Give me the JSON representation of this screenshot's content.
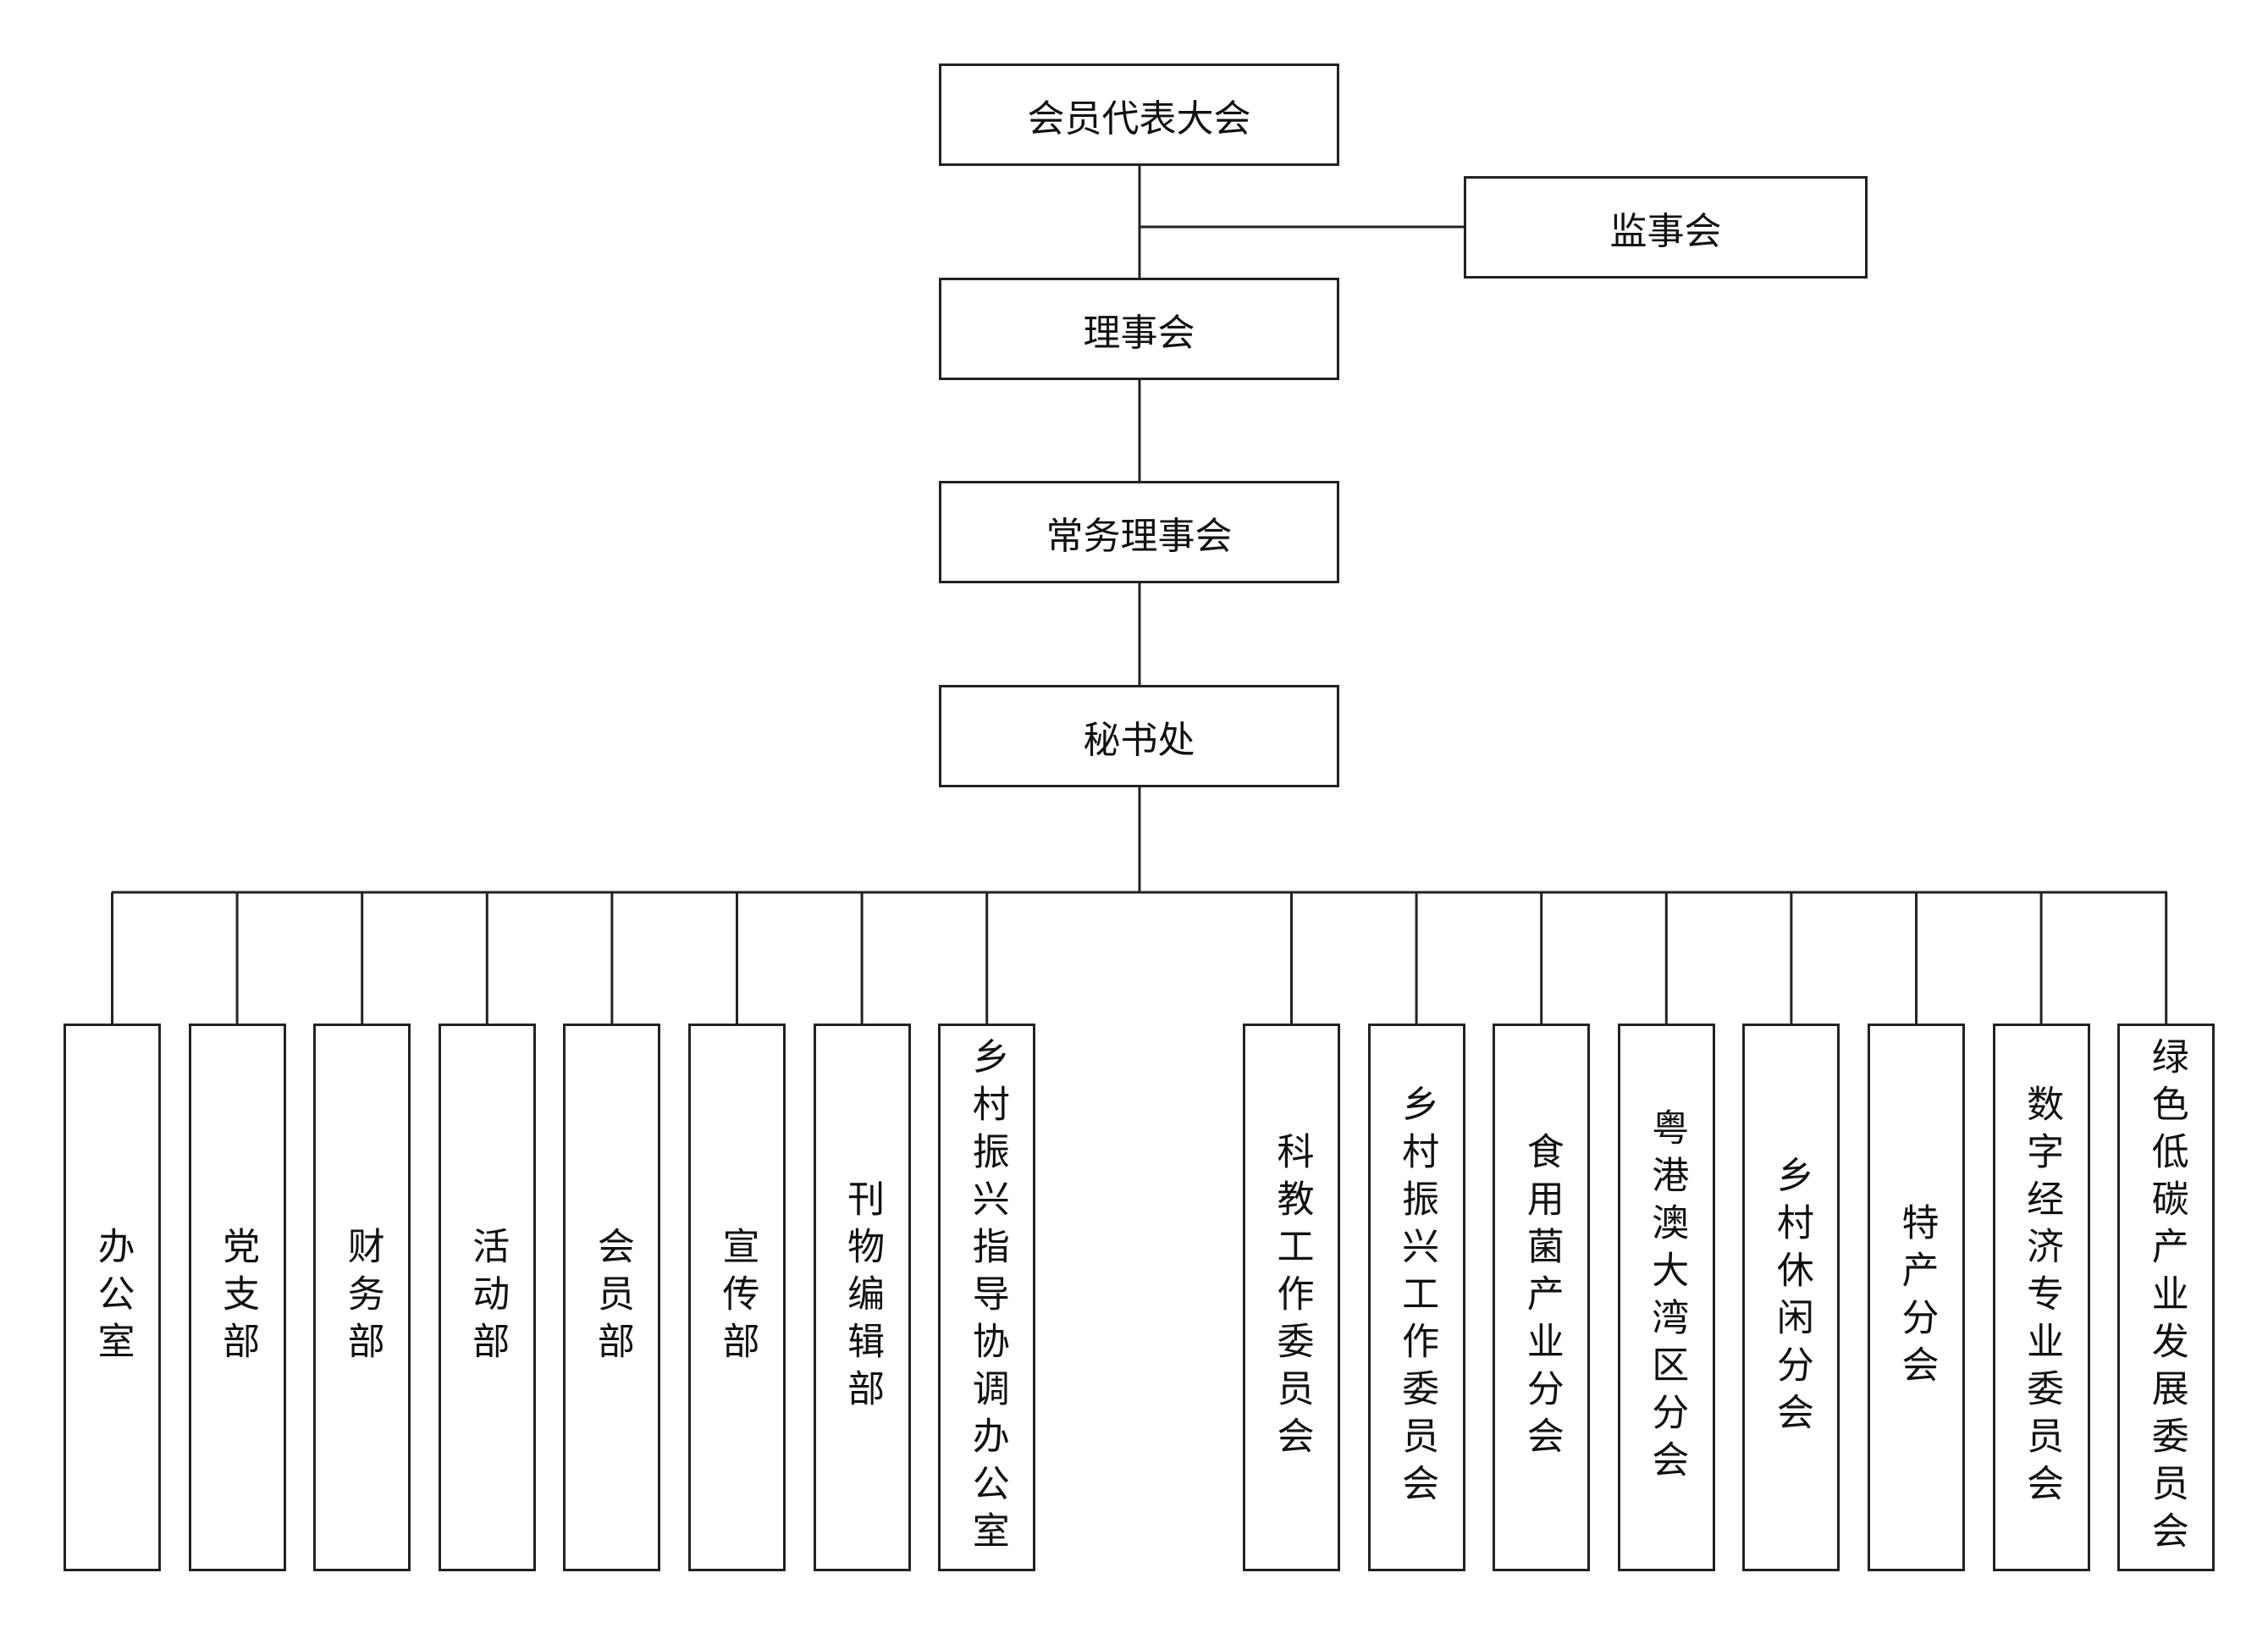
{
  "top": {
    "assembly": "会员代表大会",
    "supervisors": "监事会",
    "council": "理事会",
    "standing_council": "常务理事会",
    "secretariat": "秘书处"
  },
  "departments": [
    "办公室",
    "党支部",
    "财务部",
    "活动部",
    "会员部",
    "宣传部",
    "刊物编辑部",
    "乡村振兴指导协调办公室"
  ],
  "branches": [
    "科教工作委员会",
    "乡村振兴工作委员会",
    "食用菌产业分会",
    "粤港澳大湾区分会",
    "乡村休闲分会",
    "特产分会",
    "数字经济专业委员会",
    "绿色低碳产业发展委员会"
  ]
}
